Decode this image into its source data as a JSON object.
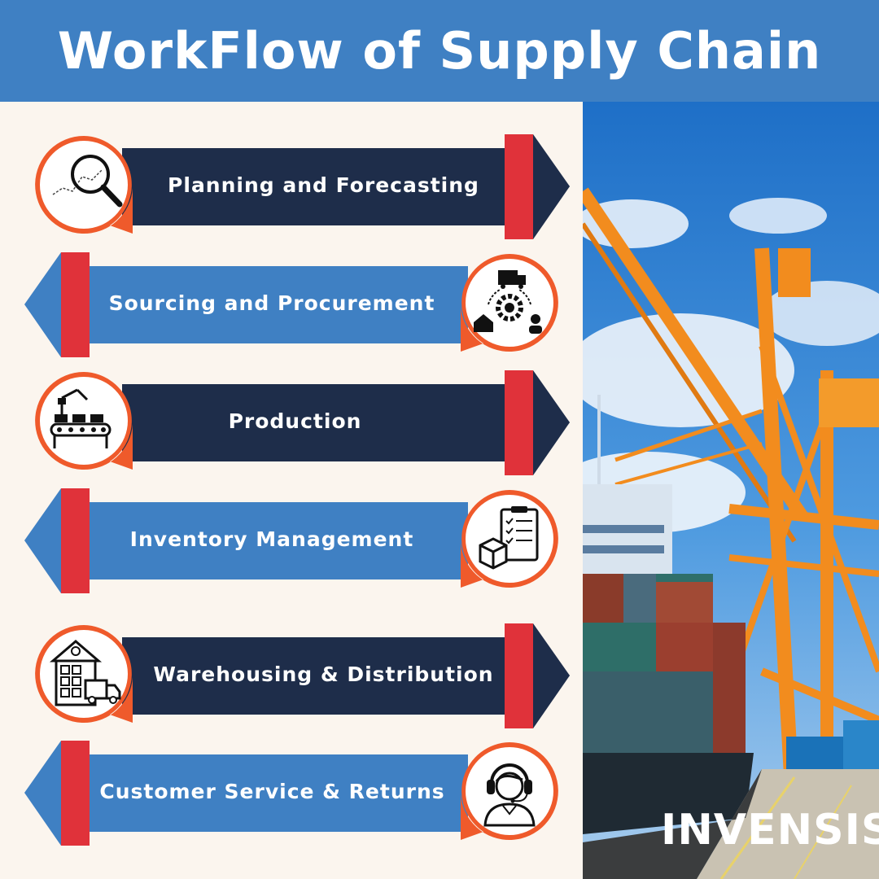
{
  "title": "WorkFlow of Supply Chain",
  "colors": {
    "header_bg": "#3f80c3",
    "dark_navy": "#1e2d4a",
    "medium_blue": "#3f80c3",
    "accent_red": "#e0323a",
    "badge_orange": "#ef5a2b",
    "background": "#fbf5ee"
  },
  "steps": [
    {
      "label": "Planning and Forecasting",
      "icon": "magnifier-chart-icon"
    },
    {
      "label": "Sourcing and Procurement",
      "icon": "sourcing-cycle-icon"
    },
    {
      "label": "Production",
      "icon": "conveyor-robot-icon"
    },
    {
      "label": "Inventory Management",
      "icon": "clipboard-box-icon"
    },
    {
      "label": "Warehousing & Distribution",
      "icon": "warehouse-truck-icon"
    },
    {
      "label": "Customer Service & Returns",
      "icon": "headset-agent-icon"
    }
  ],
  "logo": {
    "text": "INVENSIS"
  },
  "photo": {
    "subject": "port-cranes-container-ship-image"
  }
}
